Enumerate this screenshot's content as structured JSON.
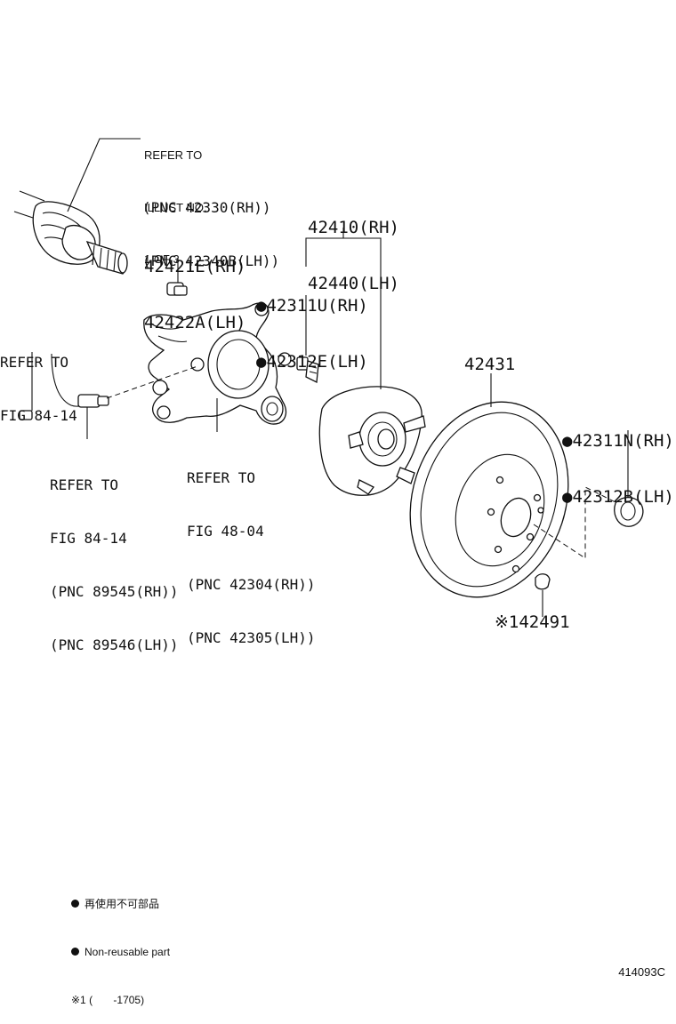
{
  "callouts": {
    "refer_axle": [
      "REFER TO",
      "ILLUST NO.",
      "1 OF 3",
      "(PNC 42330(RH))",
      "(PNC 42340B(LH))"
    ],
    "bolt_42421": [
      "42421E(RH)",
      "42422A(LH)"
    ],
    "hub_42410": [
      "42410(RH)",
      "42440(LH)"
    ],
    "bolt_42311": [
      "●42311U(RH)",
      "●42312E(LH)"
    ],
    "refer_fig84_left": [
      "REFER TO",
      "FIG 84-14"
    ],
    "refer_fig84_sensor": [
      "REFER TO",
      "FIG 84-14",
      "(PNC 89545(RH))",
      "(PNC 89546(LH))"
    ],
    "refer_fig48": [
      "REFER TO",
      "FIG 48-04",
      "(PNC 42304(RH))",
      "(PNC 42305(LH))"
    ],
    "disc_42431": "42431",
    "nut_42311n": [
      "●42311N(RH)",
      "●42312B(LH)"
    ],
    "screw_42491": "※142491"
  },
  "legend": {
    "line1": "再使用不可部品",
    "line2": "Non-reusable part",
    "line3": "※1 (       -1705)"
  },
  "figure_number": "414093C"
}
